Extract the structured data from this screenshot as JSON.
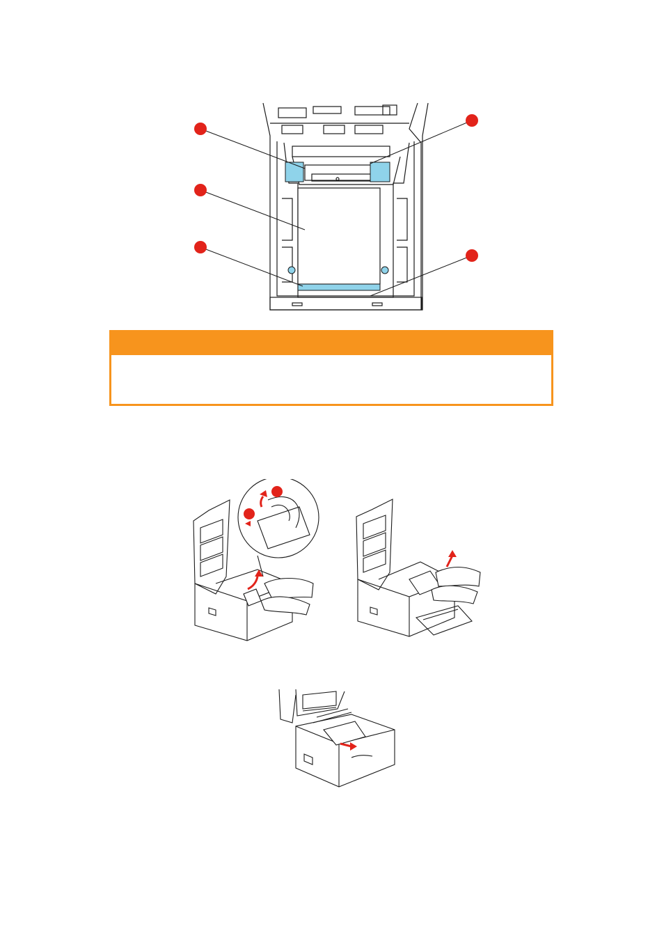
{
  "page": {
    "background": "#ffffff"
  },
  "figures": [
    {
      "name": "printer-interior-diagram",
      "callouts": 5,
      "callout_color": "#e2231a",
      "highlight_color": "#8fd3ea"
    },
    {
      "name": "remove-paper-from-fuser-illustration",
      "callouts": 2,
      "callout_color": "#e2231a"
    },
    {
      "name": "remove-paper-through-top-illustration",
      "arrow_color": "#e2231a"
    },
    {
      "name": "remove-paper-from-tray-illustration",
      "arrow_color": "#e2231a"
    }
  ],
  "warning": {
    "header_color": "#f7941d",
    "header_text": "",
    "body_text": ""
  }
}
